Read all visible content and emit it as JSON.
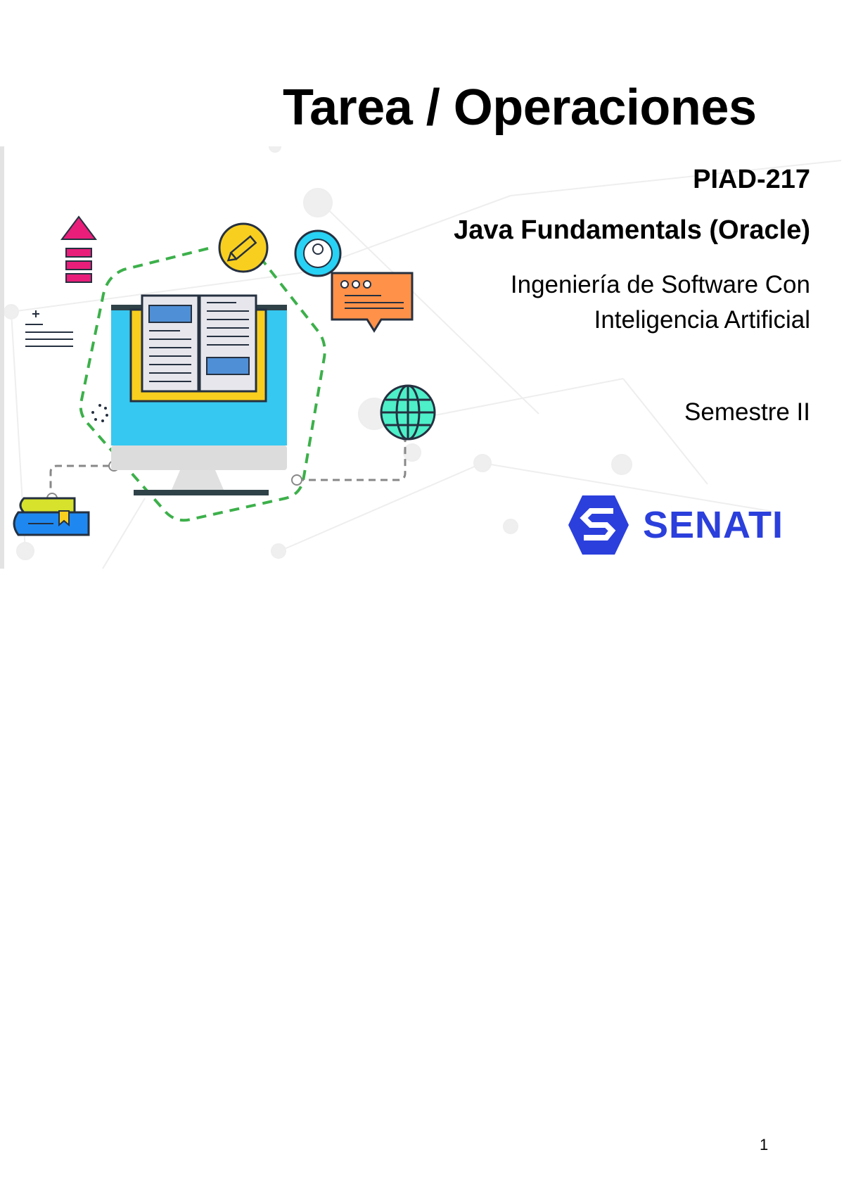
{
  "document": {
    "title": "Tarea / Operaciones",
    "course_code": "PIAD-217",
    "course_name": "Java Fundamentals (Oracle)",
    "career_line1": "Ingeniería de Software Con",
    "career_line2": "Inteligencia Artificial",
    "semester": "Semestre II",
    "institution": "SENATI",
    "page_number": "1"
  },
  "colors": {
    "brand_blue": "#2b3fdc",
    "accent_green": "#3cb04a",
    "screen_blue": "#36c8f0",
    "book_yellow": "#f9cf1f",
    "arrow_pink": "#e91e7a",
    "chat_orange": "#ff9148",
    "globe_teal": "#4df0c8"
  },
  "illustration": {
    "icons": [
      "monitor-icon",
      "open-book-icon",
      "pencil-icon",
      "user-avatar-icon",
      "chat-bubble-icon",
      "globe-icon",
      "upload-arrow-icon",
      "text-lines-icon",
      "book-stack-icon"
    ]
  }
}
